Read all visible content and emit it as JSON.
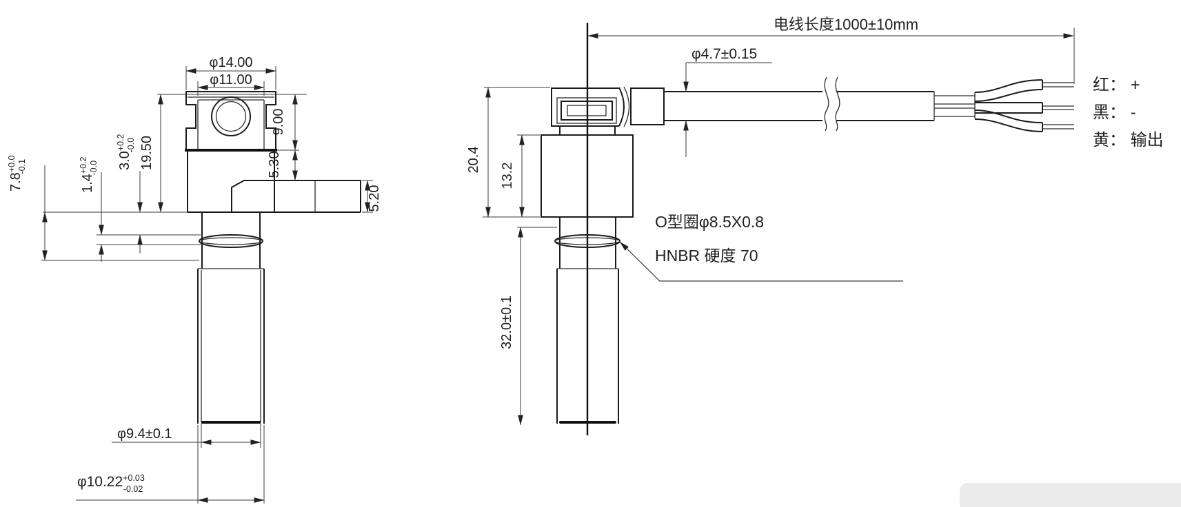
{
  "front_view": {
    "phi14": "φ14.00",
    "phi11": "φ11.00",
    "h19_50": "19.50",
    "h9_00": "9.00",
    "h5_30": "5.30",
    "h5_20": "5.20",
    "h7_8": {
      "v": "7.8",
      "up": "+0.0",
      "lo": "-0.1"
    },
    "h1_4": {
      "v": "1.4",
      "up": "+0.2",
      "lo": "-0.0"
    },
    "h3_0": {
      "v": "3.0",
      "up": "+0.2",
      "lo": "-0.0"
    },
    "phi9_4": "φ9.4±0.1",
    "phi10_22": {
      "v": "φ10.22",
      "up": "+0.03",
      "lo": "-0.02"
    }
  },
  "side_view": {
    "h20_4": "20.4",
    "h13_2": "13.2",
    "h32_0": "32.0±0.1",
    "cable_dia": "φ4.7±0.15",
    "wire_length": "电线长度1000±10mm",
    "oring_spec": "O型圈φ8.5X0.8",
    "oring_material": "HNBR  硬度 70",
    "wires": [
      {
        "name": "red",
        "label": "红： +"
      },
      {
        "name": "black",
        "label": "黑： -"
      },
      {
        "name": "yellow",
        "label": "黄： 输出"
      }
    ]
  }
}
